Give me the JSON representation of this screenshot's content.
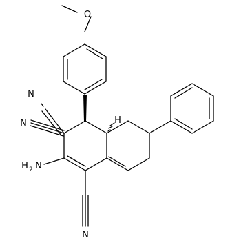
{
  "labels": {
    "methoxy_o": "O",
    "nitrile_n_top": "N",
    "nitrile_n_mid": "N",
    "nitrile_n_bottom": "N",
    "amine_h": "H",
    "amine_sub": "2",
    "amine_n": "N",
    "stereo_h": "H"
  },
  "colors": {
    "ink": "#000000",
    "background": "#ffffff"
  }
}
